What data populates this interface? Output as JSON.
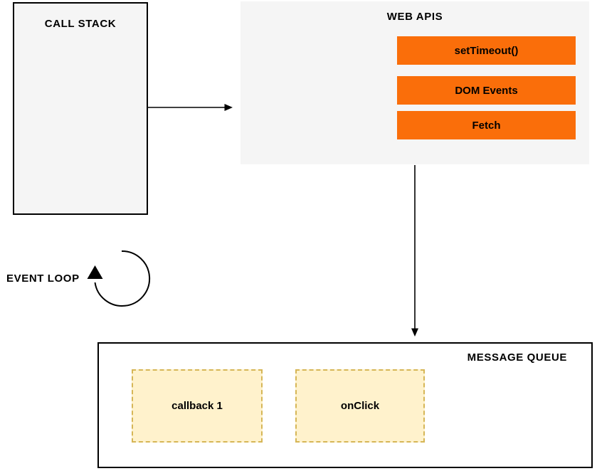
{
  "colors": {
    "accent_orange": "#FA6E0A",
    "panel_gray": "#F5F5F5",
    "queue_item_fill": "#FFF2CC",
    "queue_item_border": "#D6B656",
    "stroke": "#000000"
  },
  "call_stack": {
    "title": "CALL STACK"
  },
  "web_apis": {
    "title": "WEB APIS",
    "items": [
      {
        "label": "setTimeout()"
      },
      {
        "label": "DOM Events"
      },
      {
        "label": "Fetch"
      }
    ]
  },
  "event_loop": {
    "label": "EVENT LOOP"
  },
  "message_queue": {
    "title": "MESSAGE QUEUE",
    "items": [
      {
        "label": "callback 1"
      },
      {
        "label": "onClick"
      }
    ]
  }
}
